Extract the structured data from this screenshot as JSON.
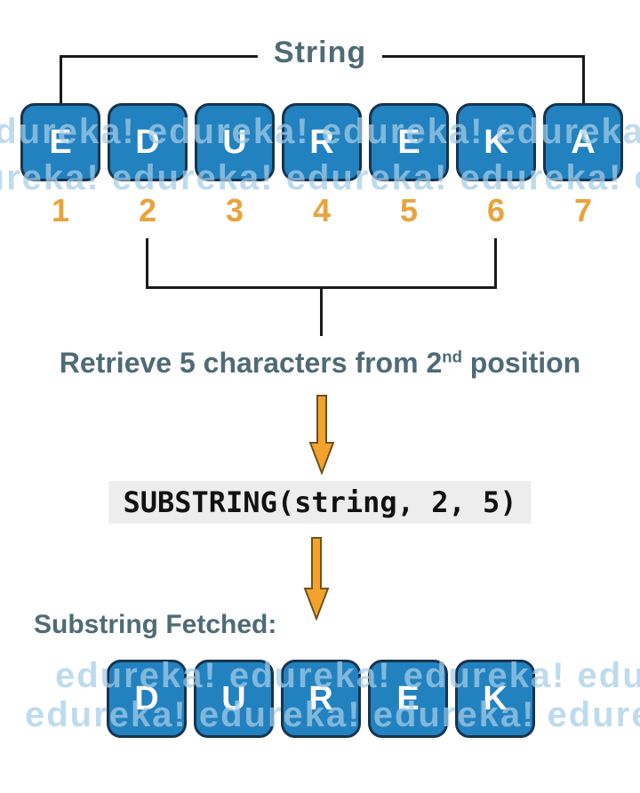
{
  "diagram_title": "String",
  "string_row": {
    "letters": [
      "E",
      "D",
      "U",
      "R",
      "E",
      "K",
      "A"
    ],
    "positions": [
      "1",
      "2",
      "3",
      "4",
      "5",
      "6",
      "7"
    ]
  },
  "annotation": {
    "text_before_sup": "Retrieve 5 characters from 2",
    "sup": "nd",
    "text_after_sup": " position"
  },
  "code_expression": "SUBSTRING(string, 2, 5)",
  "result": {
    "label": "Substring Fetched:",
    "letters": [
      "D",
      "U",
      "R",
      "E",
      "K"
    ]
  },
  "watermark_text": "edureka!",
  "colors": {
    "box_fill": "#2281bf",
    "box_border": "#17344e",
    "letter_text": "#ffffff",
    "position_number": "#e9a33c",
    "heading_text": "#4e6b76",
    "arrow_fill": "#f3a22d",
    "arrow_outline": "#6e521b",
    "line": "#1a1a1a",
    "code_background": "#ededed",
    "code_text": "#111111",
    "watermark": "#a5cde8"
  }
}
